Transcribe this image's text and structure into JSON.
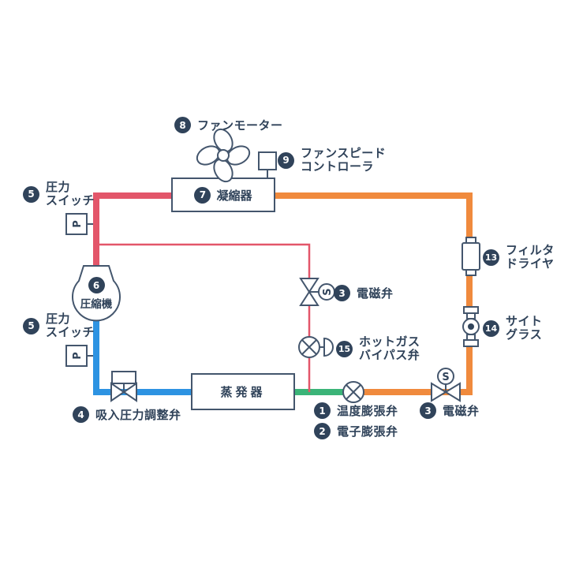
{
  "labels": {
    "thermal_expansion_valve": {
      "num": "1",
      "text": "温度膨張弁"
    },
    "electronic_expansion_valve": {
      "num": "2",
      "text": "電子膨張弁"
    },
    "solenoid_valve_mid": {
      "num": "3",
      "text": "電磁弁"
    },
    "solenoid_valve_right": {
      "num": "3",
      "text": "電磁弁"
    },
    "suction_pressure_valve": {
      "num": "4",
      "text": "吸入圧力調整弁"
    },
    "pressure_switch_top": {
      "num": "5",
      "line1": "圧力",
      "line2": "スイッチ"
    },
    "pressure_switch_bottom": {
      "num": "5",
      "line1": "圧力",
      "line2": "スイッチ"
    },
    "compressor": {
      "num": "6",
      "text": "圧縮機"
    },
    "condenser": {
      "num": "7",
      "text": "凝縮器"
    },
    "fan_motor": {
      "num": "8",
      "text": "ファンモーター"
    },
    "fan_speed_controller": {
      "num": "9",
      "line1": "ファンスピード",
      "line2": "コントローラ"
    },
    "filter_dryer": {
      "num": "13",
      "line1": "フィルタ",
      "line2": "ドライヤ"
    },
    "sight_glass": {
      "num": "14",
      "line1": "サイト",
      "line2": "グラス"
    },
    "hot_gas_bypass_valve": {
      "num": "15",
      "line1": "ホットガス",
      "line2": "バイパス弁"
    },
    "evaporator": {
      "text": "蒸発器"
    },
    "pressure_indicator": "P",
    "solenoid_indicator_mid": "S",
    "solenoid_indicator_right": "S"
  },
  "colors": {
    "discharge_line_red": "#e3566a",
    "liquid_line_orange": "#f08a3d",
    "suction_line_blue": "#2d93e2",
    "expansion_line_green": "#3bb478",
    "outline_navy": "#44566d",
    "text_navy": "#30435a"
  }
}
